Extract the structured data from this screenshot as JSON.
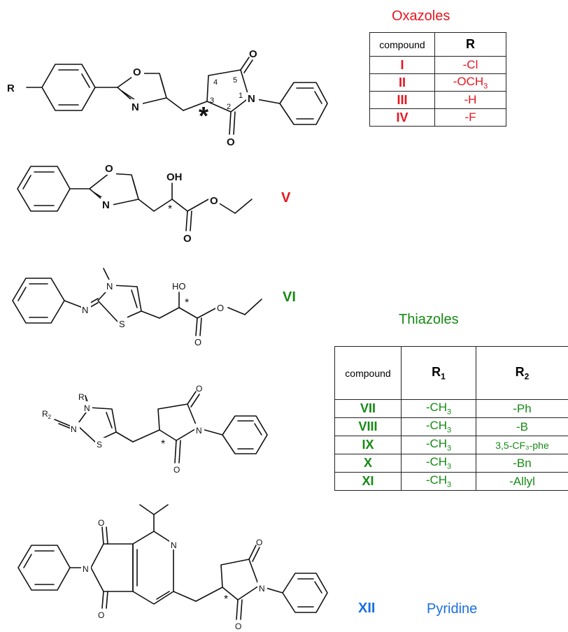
{
  "colors": {
    "oxazole": "#e8141e",
    "thiazole": "#168a14",
    "pyridine": "#1a6fe0"
  },
  "oxazoles": {
    "title": "Oxazoles",
    "headers": [
      "compound",
      "R"
    ],
    "rows": [
      {
        "compound": "I",
        "r": "-Cl"
      },
      {
        "compound": "II",
        "r": "-OCH",
        "r_sub": "3"
      },
      {
        "compound": "III",
        "r": "-H"
      },
      {
        "compound": "IV",
        "r": "-F"
      }
    ]
  },
  "thiazoles": {
    "title": "Thiazoles",
    "headers": {
      "compound": "compound",
      "r1": "R",
      "r1_sub": "1",
      "r2": "R",
      "r2_sub": "2"
    },
    "rows": [
      {
        "compound": "VII",
        "r1": "-CH",
        "r1_sub": "3",
        "r2": "-Ph"
      },
      {
        "compound": "VIII",
        "r1": "-CH",
        "r1_sub": "3",
        "r2": "-B"
      },
      {
        "compound": "IX",
        "r1": "-CH",
        "r1_sub": "3",
        "r2": "3,5-CF₃-phe"
      },
      {
        "compound": "X",
        "r1": "-CH",
        "r1_sub": "3",
        "r2": "-Bn"
      },
      {
        "compound": "XI",
        "r1": "-CH",
        "r1_sub": "3",
        "r2": "-Allyl"
      }
    ]
  },
  "compound_labels": {
    "v": "V",
    "vi": "VI",
    "xii": "XII"
  },
  "pyridine": {
    "title": "Pyridine"
  },
  "structure_atoms": {
    "s1": {
      "r": "R",
      "o_ring": "O",
      "n_ring": "N",
      "n_imide": "N",
      "o_top": "O",
      "o_bottom": "O",
      "star": "*",
      "num1": "1",
      "num2": "2",
      "num3": "3",
      "num4": "4",
      "num5": "5"
    },
    "s2": {
      "o_ring": "O",
      "n_ring": "N",
      "oh": "OH",
      "o_ester": "O",
      "o_carbonyl": "O",
      "star": "*"
    },
    "s3": {
      "n_imine": "N",
      "n_ring": "N",
      "s_ring": "S",
      "ho": "HO",
      "o_ester": "O",
      "o_carbonyl": "O",
      "star": "*"
    },
    "s4": {
      "r1": "R",
      "r1_sub": "1",
      "r2": "R",
      "r2_sub": "2",
      "n_ring": "N",
      "n_imine": "N",
      "s_ring": "S",
      "o_top": "O",
      "o_bottom": "O",
      "n_imide": "N",
      "star": "*"
    },
    "s5": {
      "o_top": "O",
      "o_bottom": "O",
      "n_left": "N",
      "n_pyr": "N",
      "o_top2": "O",
      "o_bottom2": "O",
      "n_right": "N",
      "star": "*"
    }
  }
}
